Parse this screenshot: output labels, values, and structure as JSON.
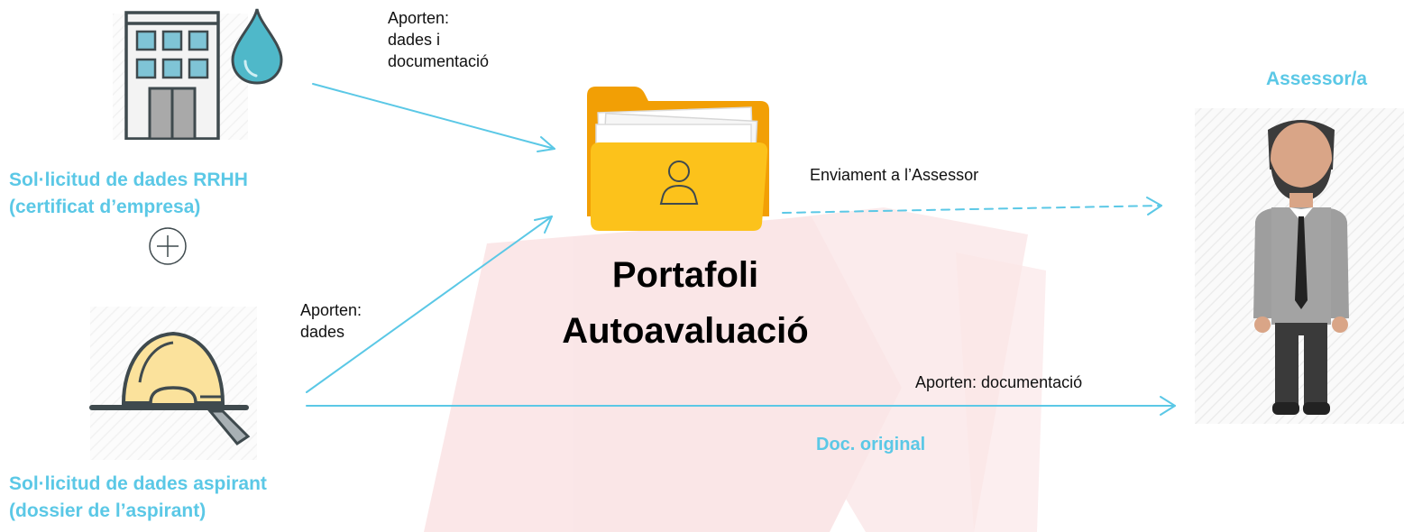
{
  "sources": {
    "rrhh": {
      "label": "Sol·licitud de dades RRHH\n(certificat d’empresa)"
    },
    "aspirant": {
      "label": "Sol·licitud de dades aspirant\n(dossier de l’aspirant)"
    }
  },
  "portfolio": {
    "title_line1": "Portafoli",
    "title_line2": "Autoavaluació"
  },
  "assessor": {
    "label": "Assessor/a"
  },
  "flows": {
    "rrhh_to_portfolio": "Aporten:\ndades i\ndocumentació",
    "aspirant_to_portfolio": "Aporten:\ndades",
    "portfolio_to_assessor": "Enviament a l’Assessor",
    "aspirant_to_assessor": "Aporten: documentació",
    "aspirant_to_assessor_caption": "Doc. original"
  },
  "icons": {
    "building": "office-building-icon",
    "water_drop": "water-drop-icon",
    "plus": "plus-circle-icon",
    "hard_hat": "hard-hat-icon",
    "folder": "user-folder-icon",
    "assessor": "man-with-tie-icon"
  },
  "colors": {
    "accent": "#5bc8e6",
    "watermark": "#e0474c",
    "folder_front": "#fcc21b",
    "folder_back": "#f29f05",
    "hat": "#fbe29c",
    "drop": "#4fb8c9"
  }
}
